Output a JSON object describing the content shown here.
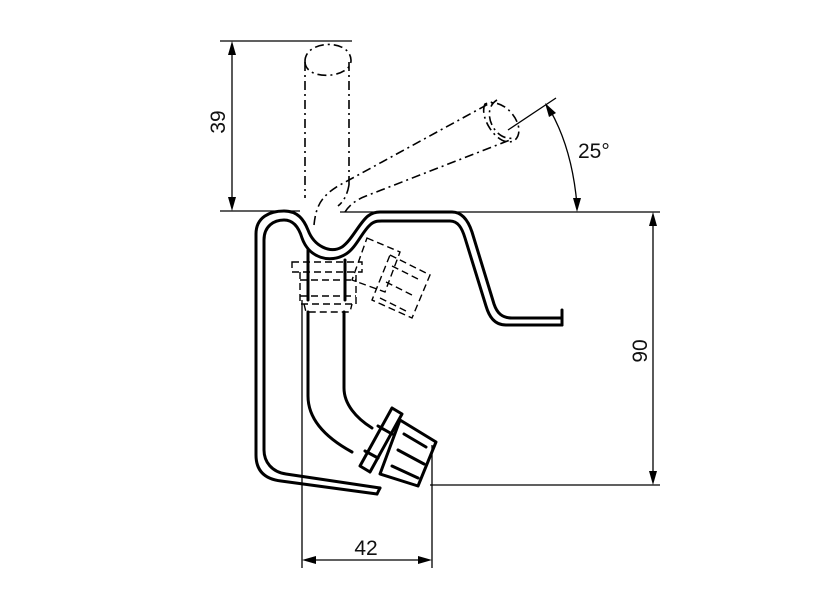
{
  "dimensions": {
    "height_top": "39",
    "angle": "25°",
    "height_total": "90",
    "width_bottom": "42"
  }
}
